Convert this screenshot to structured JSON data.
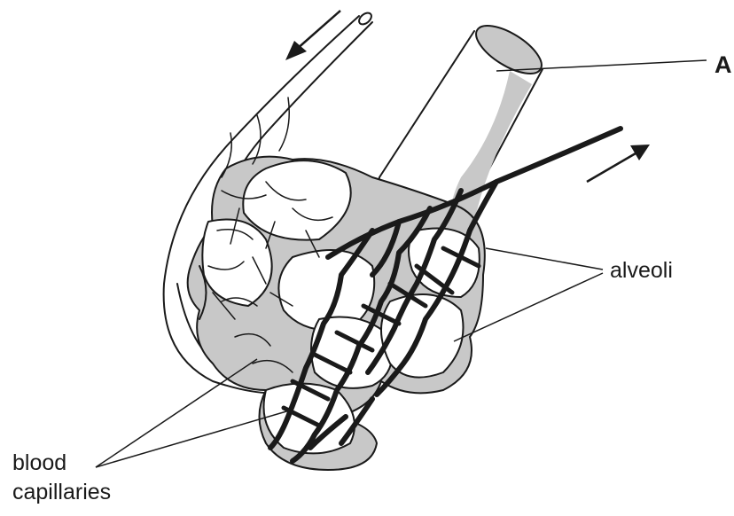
{
  "labels": {
    "a": "A",
    "alveoli": "alveoli",
    "blood": "blood",
    "capillaries": "capillaries"
  },
  "colors": {
    "ink": "#1a1a1a",
    "shade": "#c8c8c8",
    "paper": "#ffffff"
  },
  "icons": {
    "flow_in": "arrow-down-left-icon",
    "flow_out": "arrow-up-right-icon"
  }
}
